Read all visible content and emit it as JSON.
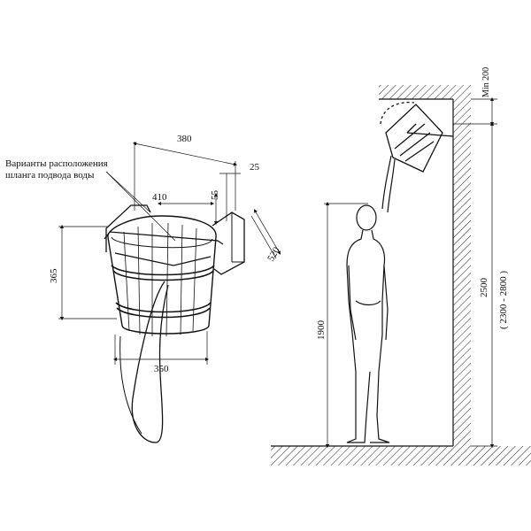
{
  "caption": {
    "line1": "Варианты расположения",
    "line2": "шланга подвода воды"
  },
  "bucket_dims": {
    "top_width": "380",
    "bracket_depth": "25",
    "inner_width": "410",
    "bracket_height": "55",
    "side_depth": "520",
    "height": "365",
    "bottom_width": "350"
  },
  "install_dims": {
    "min_gap": "Min 200",
    "person_height": "1900",
    "mount_height": "2500",
    "mount_range": "( 2300 - 2800 )"
  }
}
